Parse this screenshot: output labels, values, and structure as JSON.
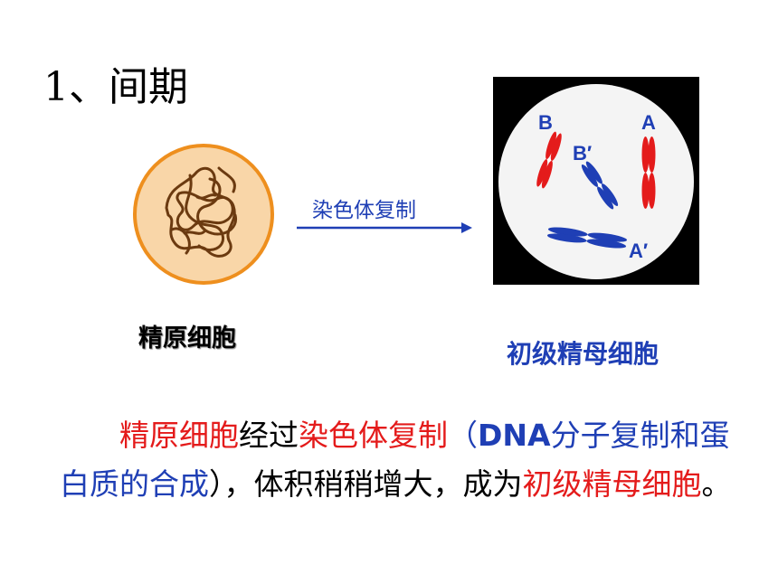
{
  "title": "1、间期",
  "left_cell": {
    "label": "精原细胞"
  },
  "arrow": {
    "label": "染色体复制"
  },
  "right_cell": {
    "label": "初级精母细胞",
    "chromosome_labels": {
      "B": "B",
      "B_prime": "B′",
      "A": "A",
      "A_prime": "A′"
    }
  },
  "paragraph": {
    "t1": "精原细胞",
    "t2": "经过",
    "t3": "染色体复制",
    "t4": "（",
    "t5": "DNA",
    "t6": "分子复制和蛋白质的合成",
    "t7": "），体积稍稍增大，成为",
    "t8": "初级精母细胞",
    "t9": "。"
  },
  "colors": {
    "red": "#e41b1b",
    "blue": "#1f3fb5",
    "cell_fill": "#f9d6a8",
    "cell_border": "#ee8f1e",
    "chromatin": "#6b3a10"
  }
}
